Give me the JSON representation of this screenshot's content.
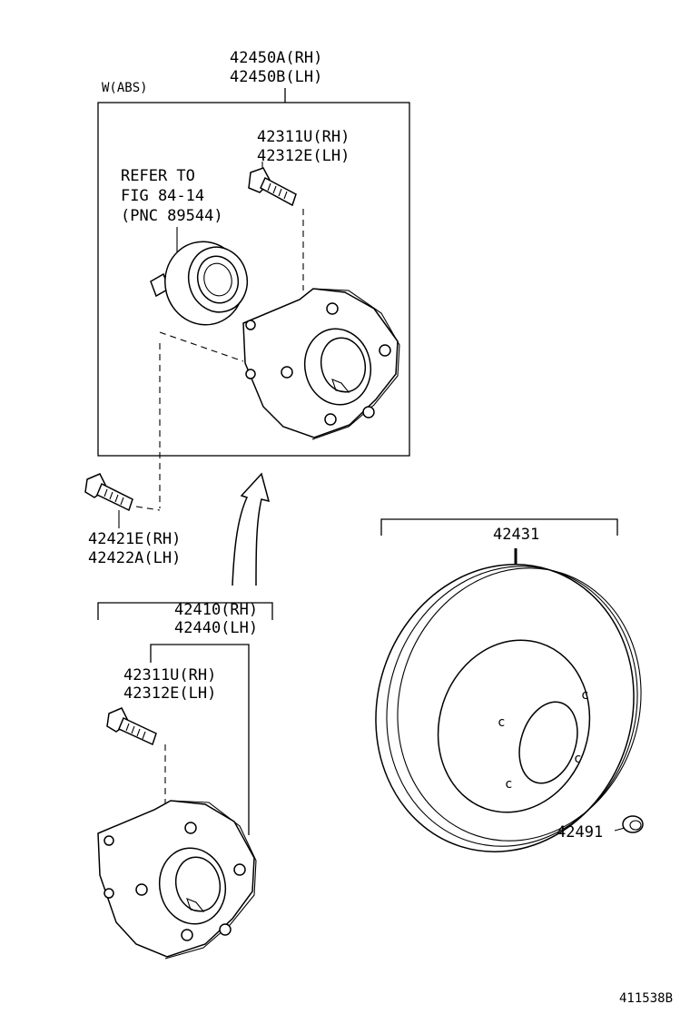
{
  "callouts": {
    "hub_assy_abs_rh": "42450A(RH)",
    "hub_assy_abs_lh": "42450B(LH)",
    "abs_variant": "W(ABS)",
    "bolt_top_rh": "42311U(RH)",
    "bolt_top_lh": "42312E(LH)",
    "refer_line1": "REFER TO",
    "refer_line2": "FIG 84-14",
    "refer_line3": "(PNC 89544)",
    "mount_bolt_rh": "42421E(RH)",
    "mount_bolt_lh": "42422A(LH)",
    "hub_assy_rh": "42410(RH)",
    "hub_assy_lh": "42440(LH)",
    "bolt_bottom_rh": "42311U(RH)",
    "bolt_bottom_lh": "42312E(LH)",
    "disc": "42431",
    "plug": "42491",
    "figure_number": "411538B"
  }
}
